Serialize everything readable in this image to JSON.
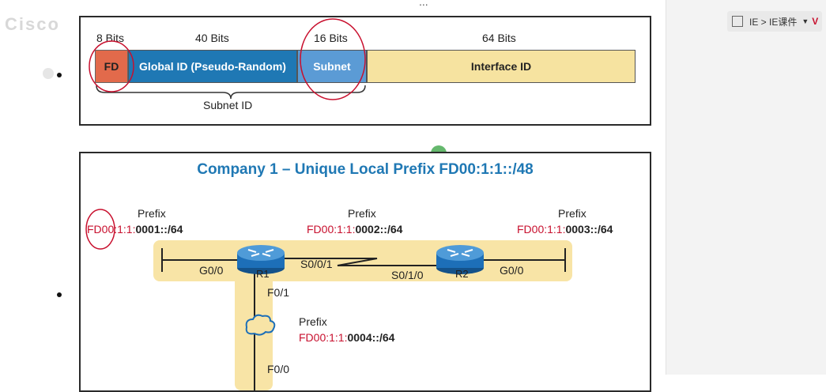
{
  "header": {
    "watermark": "Cisco",
    "more_menu": "...",
    "breadcrumb": "IE > IE课件",
    "breadcrumb_chevron": "▼",
    "breadcrumb_logo": "V"
  },
  "figure1": {
    "bit_labels": [
      "8 Bits",
      "40 Bits",
      "16 Bits",
      "64 Bits"
    ],
    "fields": [
      "FD",
      "Global ID (Pseudo-Random)",
      "Subnet",
      "Interface ID"
    ],
    "brace_label": "Subnet ID",
    "colors": {
      "fd": "#e26a4b",
      "global": "#1f78b4",
      "subnet": "#5b9bd5",
      "interface": "#f6e3a0"
    }
  },
  "figure2": {
    "title": "Company 1 – Unique Local Prefix FD00:1:1::/48",
    "prefix_word": "Prefix",
    "prefixes": [
      {
        "red": "FD00:1:1:",
        "bold": "0001::/64"
      },
      {
        "red": "FD00:1:1:",
        "bold": "0002::/64"
      },
      {
        "red": "FD00:1:1:",
        "bold": "0003::/64"
      },
      {
        "red": "FD00:1:1:",
        "bold": "0004::/64"
      }
    ],
    "routers": [
      "R1",
      "R2"
    ],
    "interfaces": {
      "r1_g0": "G0/0",
      "r1_s0": "S0/0/1",
      "r2_s0": "S0/1/0",
      "r2_g0": "G0/0",
      "r1_f01": "F0/1",
      "r1_f00": "F0/0"
    },
    "colors": {
      "title": "#1f78b4",
      "router": "#1d6fb8",
      "highlight": "#f8e4a6",
      "annotation": "#c8102e"
    }
  }
}
